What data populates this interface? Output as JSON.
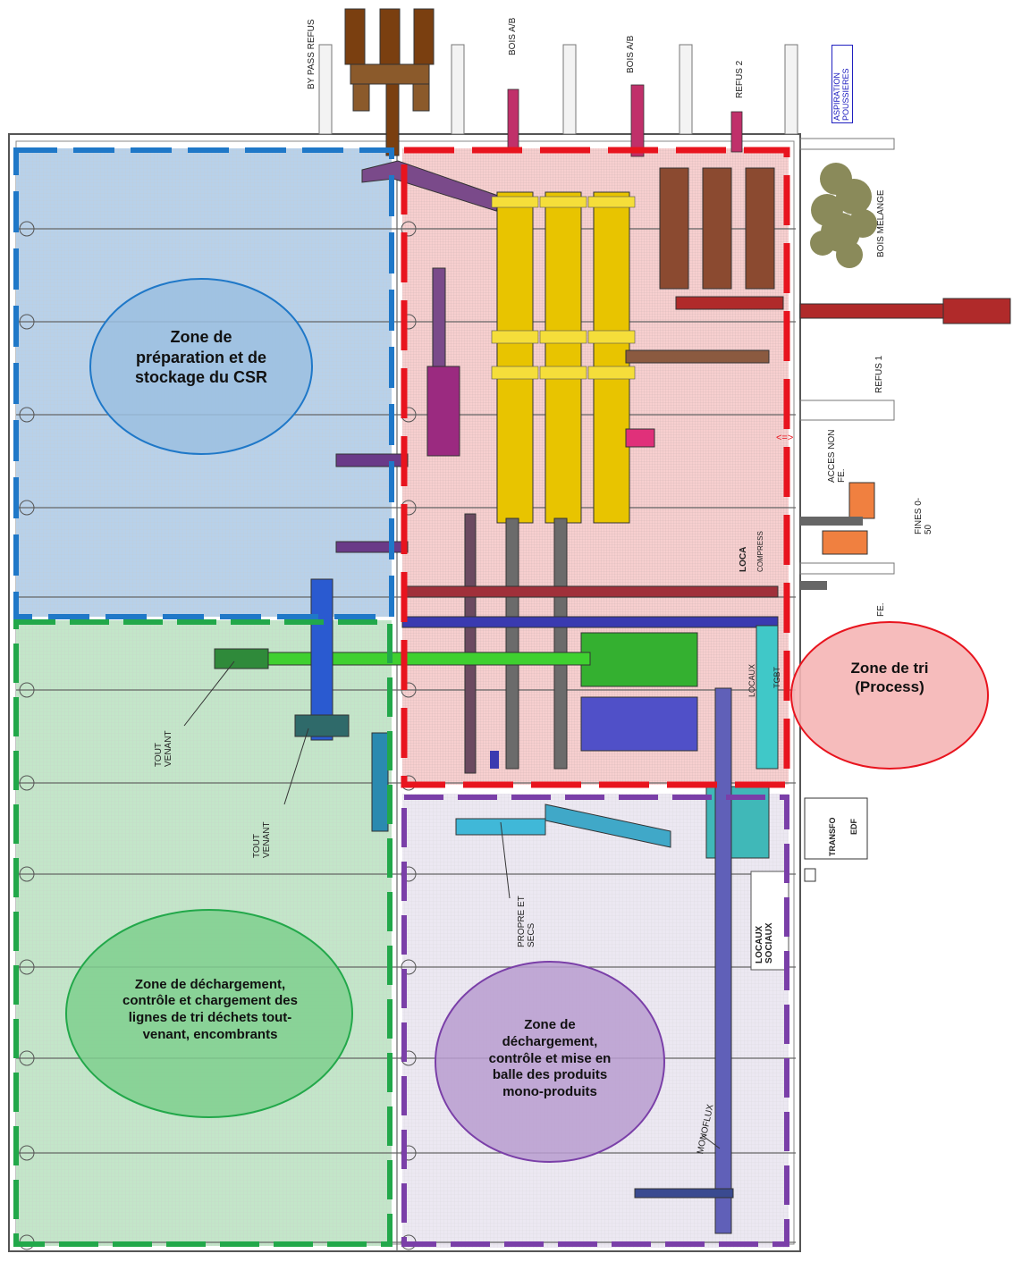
{
  "zones": {
    "csr": {
      "label": "Zone de préparation et de stockage du CSR",
      "color": "#1f78c8"
    },
    "tri": {
      "label": "Zone de tri (Process)",
      "color": "#e8141e"
    },
    "dechargement_tv": {
      "label": "Zone de déchargement, contrôle et chargement des lignes de tri déchets tout-venant, encombrants",
      "color": "#22a84a"
    },
    "dechargement_mono": {
      "label": "Zone de déchargement, contrôle et mise en balle des produits mono-produits",
      "color": "#7a3fa8"
    }
  },
  "plan_labels": {
    "by_pass_refus": "BY PASS REFUS",
    "bois_ab_1": "BOIS A/B",
    "bois_ab_2": "BOIS A/B",
    "refus_2": "REFUS 2",
    "aspiration": "ASPIRATION POUSSIERES",
    "bois_melange": "BOIS MELANGE",
    "refus_1": "REFUS 1",
    "acces_non_fe": "ACCES NON FE.",
    "acces_arrow": "<=>",
    "fines": "FINES 0-50",
    "loca": "LOCA",
    "compresseur": "COMPRESS",
    "fe": "FE.",
    "tout_venant_1": "TOUT VENANT",
    "tout_venant_2": "TOUT VENANT",
    "transfo": "TRANSFO",
    "edf": "EDF",
    "propre_et_secs": "PROPRE ET SECS",
    "locaux_sociaux": "LOCAUX SOCIAUX",
    "monoflux": "MONOFLUX",
    "tgbt": "TGBT",
    "locaux": "LOCAUX"
  }
}
